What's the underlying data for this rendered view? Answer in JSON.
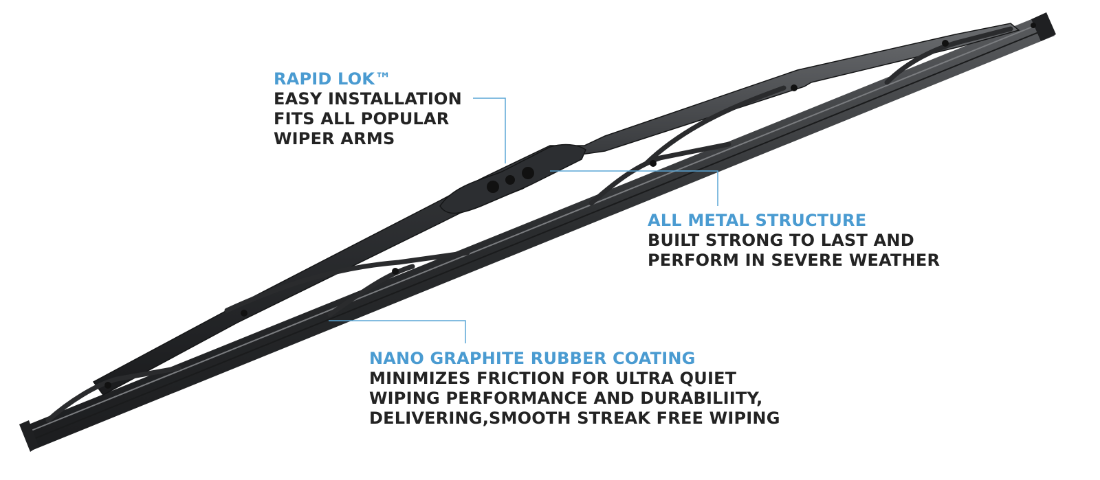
{
  "callouts": {
    "rapid_lok": {
      "title": "RAPID LOK™",
      "lines": [
        "EASY INSTALLATION",
        "FITS ALL POPULAR",
        "WIPER ARMS"
      ]
    },
    "metal_structure": {
      "title": "ALL METAL STRUCTURE",
      "lines": [
        "BUILT STRONG TO LAST AND",
        "PERFORM IN SEVERE WEATHER"
      ]
    },
    "nano_graphite": {
      "title": "NANO GRAPHITE RUBBER COATING",
      "lines": [
        "MINIMIZES FRICTION FOR ULTRA QUIET",
        "WIPING PERFORMANCE AND DURABILIITY,",
        "DELIVERING,SMOOTH STREAK FREE WIPING"
      ]
    }
  },
  "colors": {
    "accent": "#4a9bd1",
    "text": "#232323",
    "blade": "#2b2d2f",
    "leader_line": "#5aa6d6"
  }
}
